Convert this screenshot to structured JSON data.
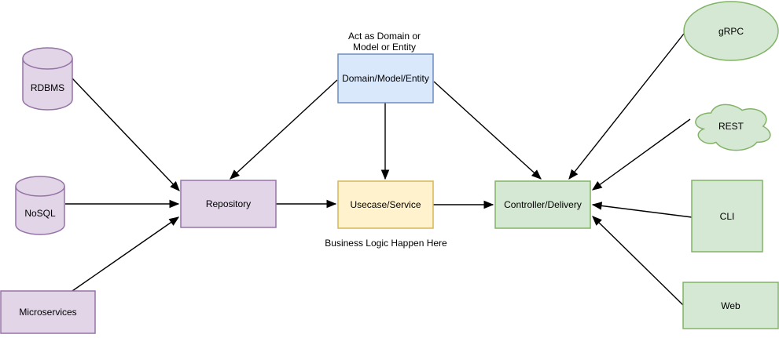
{
  "colors": {
    "background": "#FFFFFF",
    "line": "#000000",
    "purple_fill": "#E1D5E7",
    "purple_border": "#9673A6",
    "blue_fill": "#DAE8FC",
    "blue_border": "#6C8EBF",
    "yellow_fill": "#FFF2CC",
    "yellow_border": "#D6B656",
    "green_fill": "#D5E8D4",
    "green_border": "#82B366"
  },
  "nodes": {
    "rdbms": {
      "label": "RDBMS",
      "shape": "cylinder",
      "color": "purple"
    },
    "nosql": {
      "label": "NoSQL",
      "shape": "cylinder",
      "color": "purple"
    },
    "microservices": {
      "label": "Microservices",
      "shape": "rectangle",
      "color": "purple"
    },
    "repository": {
      "label": "Repository",
      "shape": "rectangle",
      "color": "purple"
    },
    "usecase": {
      "label": "Usecase/Service",
      "shape": "rectangle",
      "color": "yellow"
    },
    "domain": {
      "label": "Domain/Model/Entity",
      "shape": "rectangle",
      "color": "blue"
    },
    "controller": {
      "label": "Controller/Delivery",
      "shape": "rectangle",
      "color": "green"
    },
    "grpc": {
      "label": "gRPC",
      "shape": "ellipse",
      "color": "green"
    },
    "rest": {
      "label": "REST",
      "shape": "cloud",
      "color": "green"
    },
    "cli": {
      "label": "CLI",
      "shape": "rectangle",
      "color": "green"
    },
    "web": {
      "label": "Web",
      "shape": "rectangle",
      "color": "green"
    }
  },
  "annotations": {
    "domain_note_line1": "Act as Domain or",
    "domain_note_line2": "Model or Entity",
    "usecase_note": "Business Logic Happen Here"
  },
  "edges": [
    {
      "from": "RDBMS",
      "to": "Repository",
      "arrow": "end"
    },
    {
      "from": "NoSQL",
      "to": "Repository",
      "arrow": "end"
    },
    {
      "from": "Microservices",
      "to": "Repository",
      "arrow": "end"
    },
    {
      "from": "Domain/Model/Entity",
      "to": "Repository",
      "arrow": "end"
    },
    {
      "from": "Domain/Model/Entity",
      "to": "Usecase/Service",
      "arrow": "end"
    },
    {
      "from": "Domain/Model/Entity",
      "to": "Controller/Delivery",
      "arrow": "end"
    },
    {
      "from": "Repository",
      "to": "Usecase/Service",
      "arrow": "end"
    },
    {
      "from": "Usecase/Service",
      "to": "Controller/Delivery",
      "arrow": "end"
    },
    {
      "from": "gRPC",
      "to": "Controller/Delivery",
      "arrow": "end"
    },
    {
      "from": "REST",
      "to": "Controller/Delivery",
      "arrow": "end"
    },
    {
      "from": "CLI",
      "to": "Controller/Delivery",
      "arrow": "end"
    },
    {
      "from": "Web",
      "to": "Controller/Delivery",
      "arrow": "end"
    }
  ]
}
